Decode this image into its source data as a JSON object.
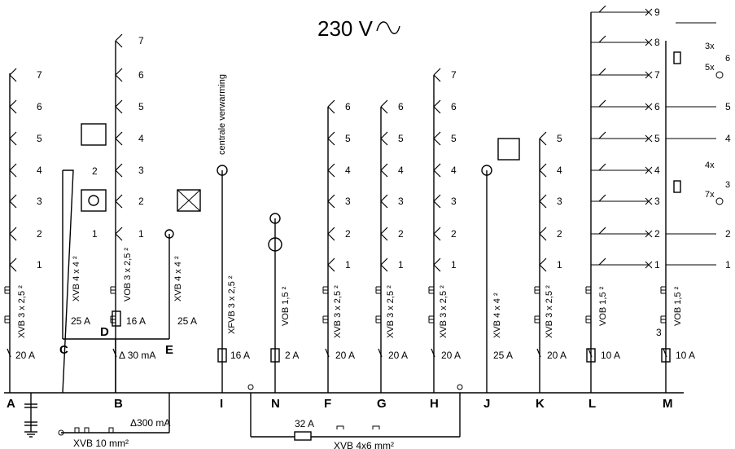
{
  "title": "230 V",
  "groups": [
    {
      "letter": "A",
      "cable": "XVB 3 x 2,5 ²",
      "protection": "20 A",
      "circuits": [
        "7",
        "6",
        "5",
        "4",
        "3",
        "2",
        "1"
      ],
      "extra": [
        "h",
        "h"
      ]
    },
    {
      "letter": "C",
      "cable": "XVB 4 x 4 ²",
      "protection": "25 A",
      "circuits": [
        "2",
        "1"
      ],
      "extra": [
        "h",
        "h"
      ]
    },
    {
      "letter": "B",
      "cable": "VOB 3 x 2,5 ²",
      "protection": "Δ 30 mA",
      "extra": [
        "16 A",
        "D",
        "h"
      ],
      "circuits": [
        "7",
        "6",
        "5",
        "4",
        "3",
        "2",
        "1"
      ]
    },
    {
      "letter": "E",
      "cable": "XVB 4 x 4 ²",
      "protection": "25 A",
      "circuits": []
    },
    {
      "letter": "I",
      "cable": "XFVB 3 x 2,5 ²",
      "protection": "16 A",
      "circuits": [
        "centrale verwarming"
      ]
    },
    {
      "letter": "N",
      "cable": "VOB 1,5 ²",
      "protection": "2 A",
      "circuits": []
    },
    {
      "letter": "F",
      "cable": "XVB 3 x 2,5 ²",
      "protection": "20 A",
      "circuits": [
        "6",
        "5",
        "4",
        "3",
        "2",
        "1"
      ]
    },
    {
      "letter": "G",
      "cable": "XVB 3 x 2,5 ²",
      "protection": "20 A",
      "circuits": [
        "6",
        "5",
        "4",
        "3",
        "2",
        "1"
      ]
    },
    {
      "letter": "H",
      "cable": "XVB 3 x 2,5 ²",
      "protection": "20 A",
      "circuits": [
        "7",
        "6",
        "5",
        "4",
        "3",
        "2",
        "1"
      ]
    },
    {
      "letter": "J",
      "cable": "XVB 4 x 4 ²",
      "protection": "25 A",
      "circuits": []
    },
    {
      "letter": "K",
      "cable": "XVB 3 x 2,5 ²",
      "protection": "20 A",
      "circuits": [
        "5",
        "4",
        "3",
        "2",
        "1"
      ]
    },
    {
      "letter": "L",
      "cable": "VOB 1,5 ²",
      "protection": "10 A",
      "circuits": [
        "9",
        "8",
        "7",
        "6",
        "5",
        "4",
        "3",
        "2",
        "1"
      ]
    },
    {
      "letter": "M",
      "cable": "VOB 1,5 ²",
      "protection": "10 A",
      "circuits": [
        "6",
        "5",
        "4",
        "3",
        "2",
        "1"
      ],
      "extra": [
        "3x",
        "5x",
        "4x",
        "7x",
        "3"
      ]
    }
  ],
  "bottom": {
    "earth_cable": "XVB 10 mm²",
    "main_rcd": "Δ300 mA",
    "main_breaker": "32 A",
    "supply_cable": "XVB 4x6 mm²"
  }
}
